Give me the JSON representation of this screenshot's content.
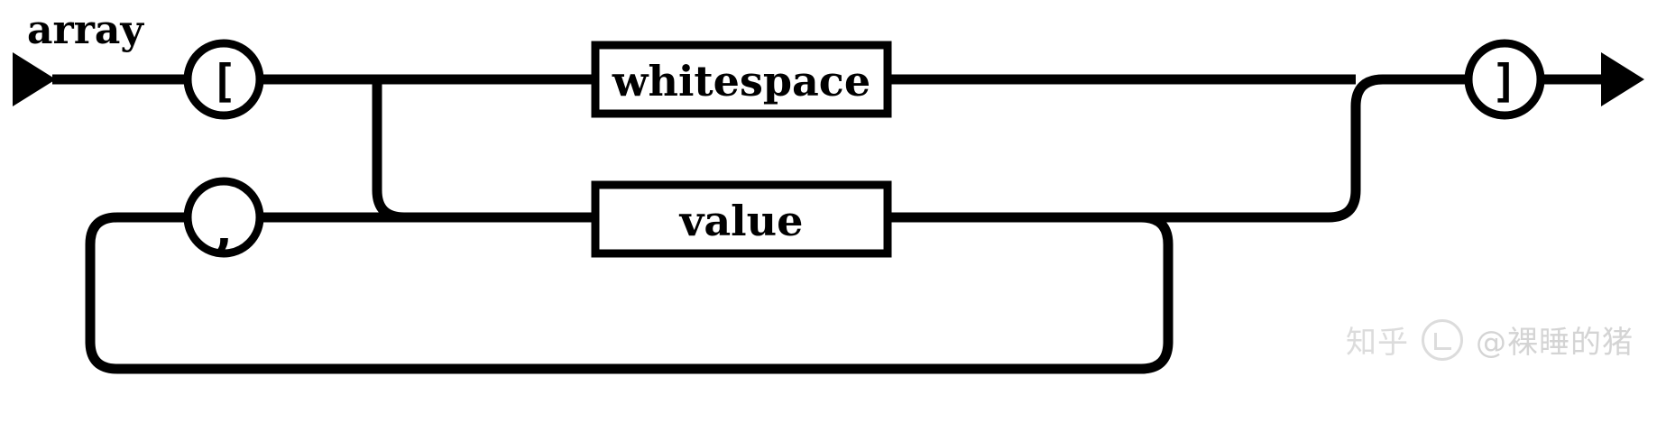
{
  "diagram": {
    "title": "array",
    "kind": "railroad-syntax-diagram",
    "stroke_color": "#000000",
    "background_color": "#ffffff",
    "nodes": {
      "open_bracket": {
        "label": "[",
        "shape": "circle",
        "name": "terminal-open-bracket"
      },
      "close_bracket": {
        "label": "]",
        "shape": "circle",
        "name": "terminal-close-bracket"
      },
      "comma": {
        "label": ",",
        "shape": "circle",
        "name": "terminal-comma"
      },
      "whitespace": {
        "label": "whitespace",
        "shape": "rect",
        "name": "nonterminal-whitespace"
      },
      "value": {
        "label": "value",
        "shape": "rect",
        "name": "nonterminal-value"
      }
    },
    "entry_arrow": "entry-arrow-icon",
    "exit_arrow": "exit-arrow-icon"
  },
  "watermark": {
    "brand": "知乎",
    "user": "@裸睡的猪",
    "logo": "zhihu-logo-icon",
    "color": "#d8d8d8"
  }
}
